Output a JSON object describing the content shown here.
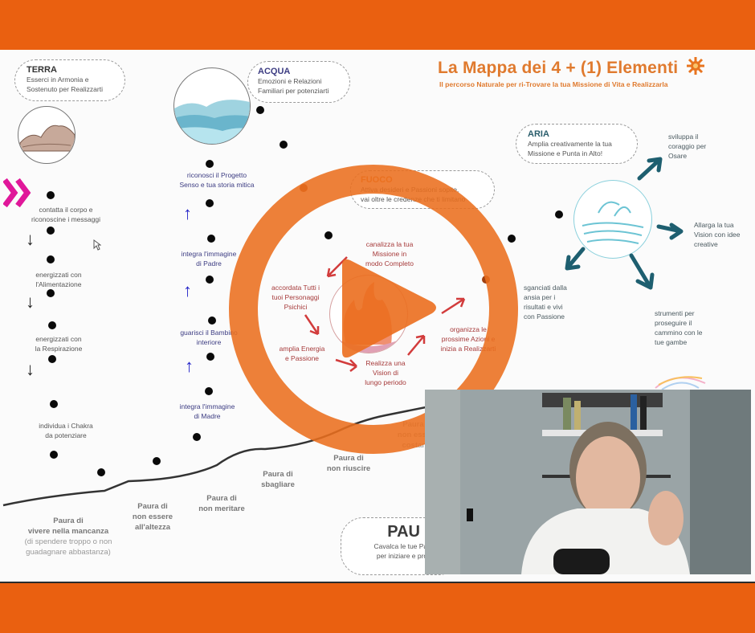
{
  "video": {
    "frame_color": "#ea6010",
    "play_button_color": "#eb6e1e",
    "state": "paused"
  },
  "slide": {
    "title": "La Mappa dei 4 + (1) Elementi",
    "subtitle": "Il percorso Naturale per ri-Trovare la tua Missione di Vita e Realizzarla",
    "elements": {
      "terra": {
        "title": "TERRA",
        "lines": [
          "Esserci in Armonia e",
          "Sostenuto per Realizzarti"
        ]
      },
      "acqua": {
        "title": "ACQUA",
        "lines": [
          "Emozioni e Relazioni",
          "Familiari per potenziarti"
        ]
      },
      "fuoco": {
        "title": "FUOCO",
        "lines": [
          "Attiva desideri e Passioni sopite,",
          "vai oltre le credenze che ti limitano"
        ]
      },
      "aria": {
        "title": "ARIA",
        "lines": [
          "Amplia creativamente la tua",
          "Missione e Punta in Alto!"
        ]
      },
      "paura": {
        "title": "PAU",
        "lines": [
          "Cavalca le tue Paure",
          "per iniziare e prose"
        ]
      }
    },
    "terra_steps": [
      [
        "contatta il corpo e",
        "riconoscine i messaggi"
      ],
      [
        "energizzati con",
        "l'Alimentazione"
      ],
      [
        "energizzati con",
        "la Respirazione"
      ],
      [
        "individua i Chakra",
        "da potenziare"
      ]
    ],
    "acqua_steps": [
      [
        "riconosci il Progetto",
        "Senso e tua storia mitica"
      ],
      [
        "integra l'immagine",
        "di Padre"
      ],
      [
        "guarisci il Bambino",
        "interiore"
      ],
      [
        "integra l'immagine",
        "di Madre"
      ]
    ],
    "fuoco_steps": [
      [
        "canalizza la tua",
        "Missione in",
        "modo Completo"
      ],
      [
        "accordata Tutti i",
        "tuoi Personaggi",
        "Psichici"
      ],
      [
        "amplia Energia",
        "e Passione"
      ],
      [
        "Realizza una",
        "Vision di",
        "lungo periodo"
      ],
      [
        "organizza le",
        "prossime Azioni e",
        "inizia a Realizzarti"
      ]
    ],
    "aria_steps": [
      [
        "sviluppa il",
        "coraggio per",
        "Osare"
      ],
      [
        "Allarga la tua",
        "Vision con idee",
        "creative"
      ],
      [
        "sganciati dalla",
        "ansia per i",
        "risultati e vivi",
        "con Passione"
      ],
      [
        "strumenti per",
        "proseguire il",
        "cammino con le",
        "tue gambe"
      ]
    ],
    "fears": [
      {
        "lines": [
          "Paura di",
          "vivere nella mancanza"
        ],
        "note": [
          "(di spendere troppo o non",
          "guadagnare abbastanza)"
        ]
      },
      {
        "lines": [
          "Paura di",
          "non essere",
          "all'altezza"
        ]
      },
      {
        "lines": [
          "Paura di",
          "non meritare"
        ]
      },
      {
        "lines": [
          "Paura di",
          "sbagliare"
        ]
      },
      {
        "lines": [
          "Paura di",
          "non riuscire"
        ]
      },
      {
        "lines": [
          "Paura di",
          "non essere",
          "costante"
        ]
      }
    ]
  },
  "webcam": {
    "label": "presenter-webcam"
  }
}
